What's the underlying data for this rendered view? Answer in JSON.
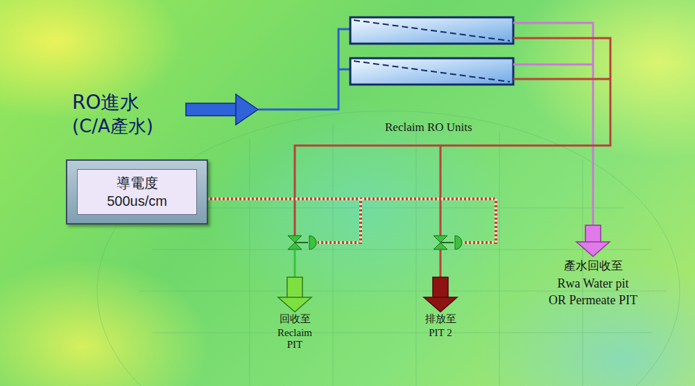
{
  "diagram": {
    "nodes": [
      {
        "text": [
          "導電度",
          "500us/cm"
        ]
      }
    ],
    "labels": [
      "RO進水",
      "(C/A產水)",
      "Reclaim RO Units",
      "產水回收至",
      "Rwa Water pit",
      "OR Permeate PIT",
      "回收至",
      "Reclaim PIT",
      "排放至",
      "PIT 2"
    ]
  }
}
